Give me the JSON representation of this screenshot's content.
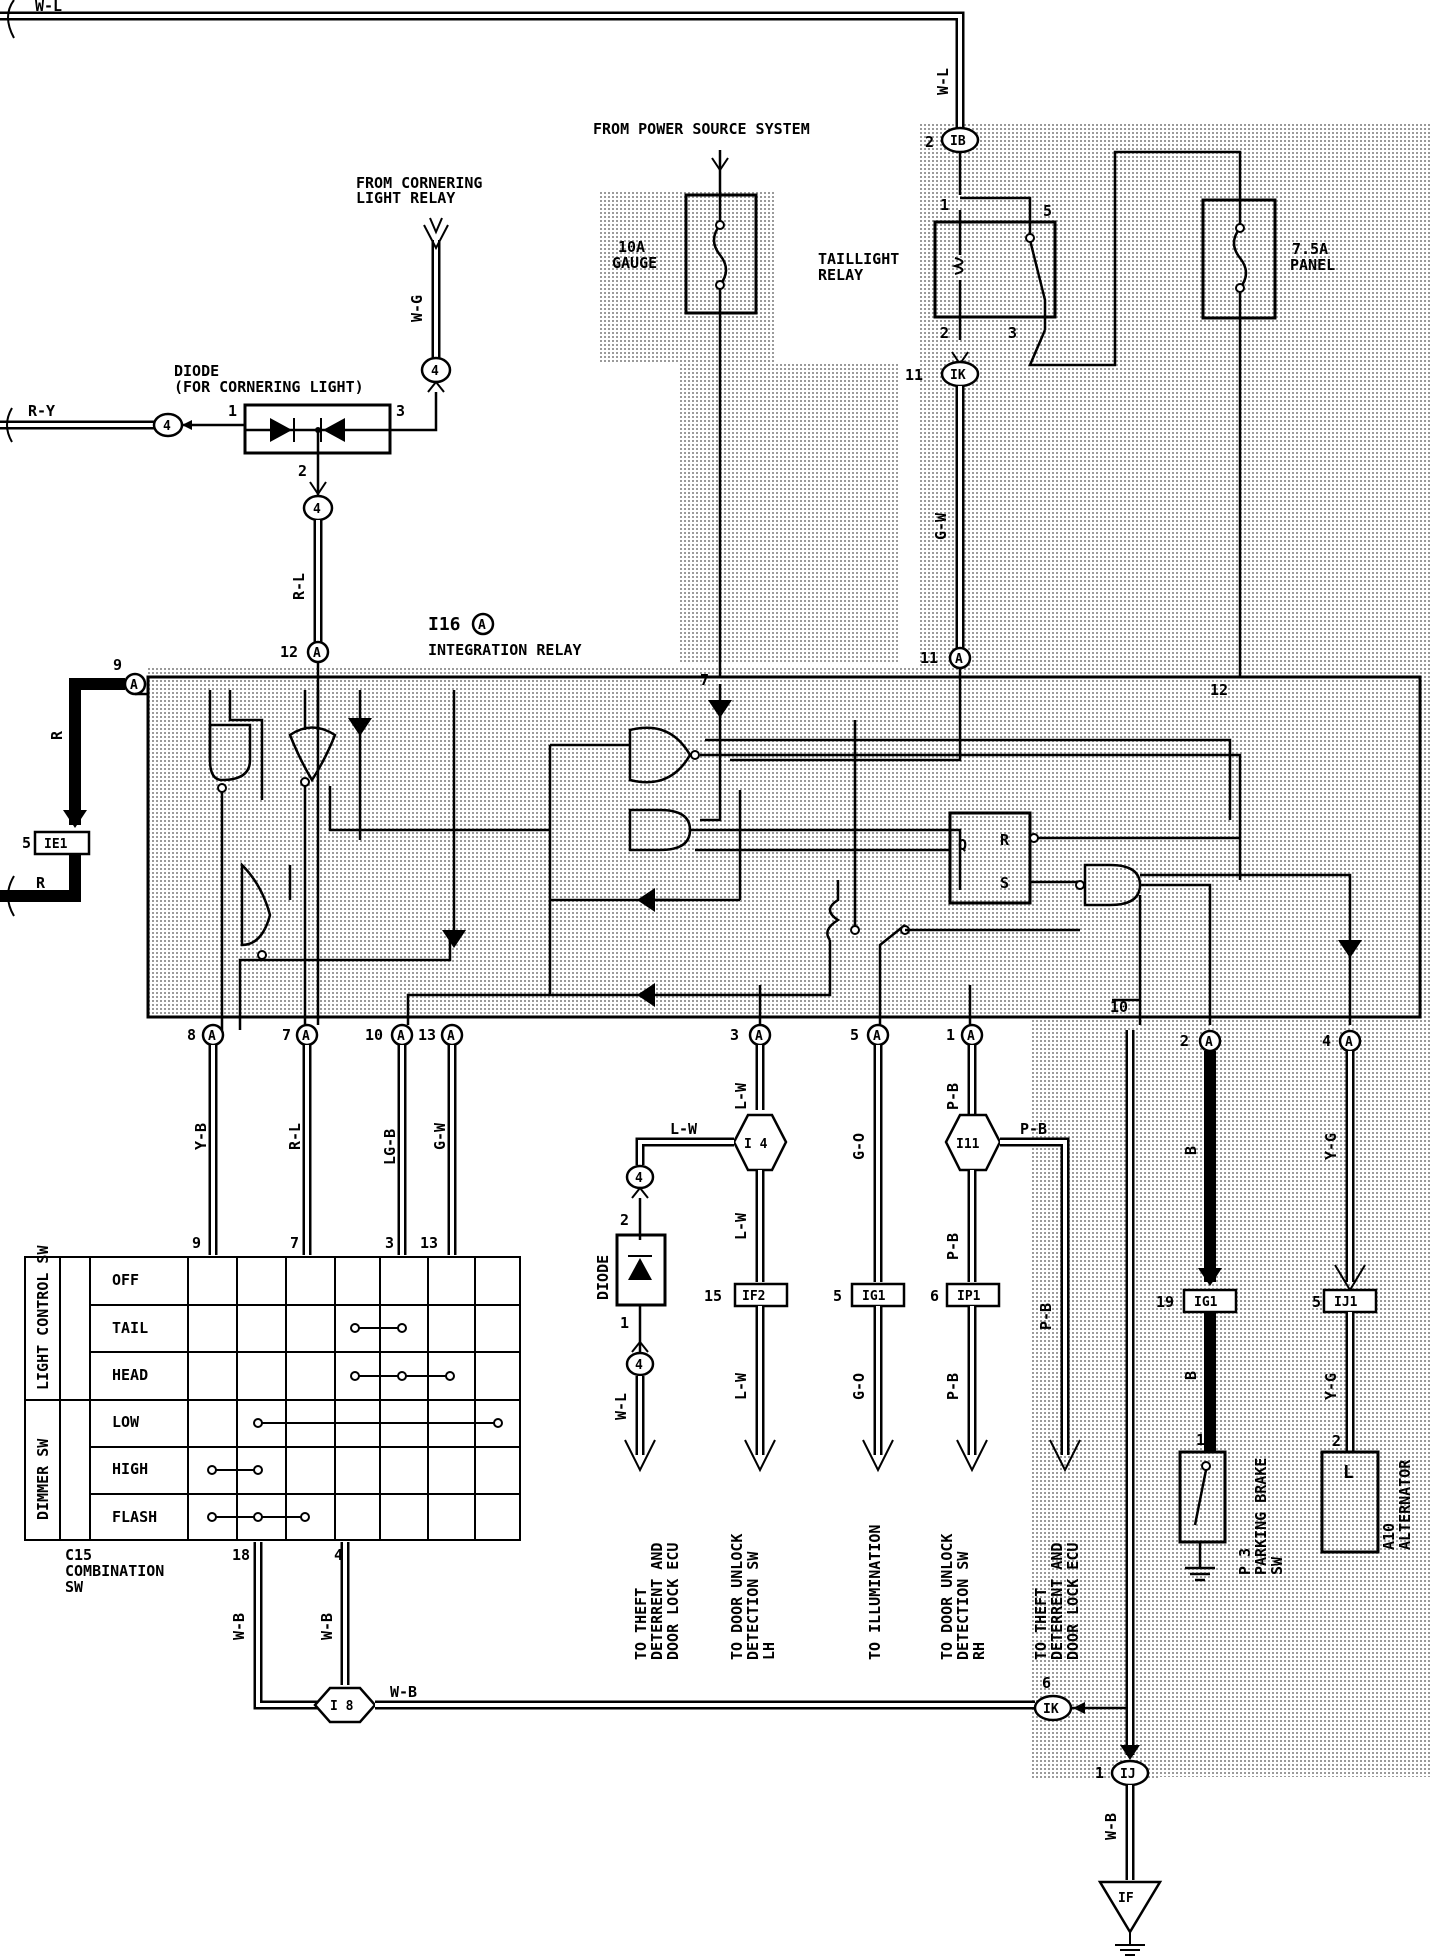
{
  "colors": {
    "line": "#000000",
    "shade": "#d6d6d6",
    "background": "#ffffff"
  },
  "top_wire_label": "W-L",
  "power_source_label": "FROM POWER SOURCE SYSTEM",
  "cornering_relay_label": [
    "FROM CORNERING",
    "LIGHT RELAY"
  ],
  "fuse_gauge": {
    "rating": "10A",
    "name": "GAUGE"
  },
  "fuse_panel": {
    "rating": "7.5A",
    "name": "PANEL"
  },
  "taillight_relay": {
    "name": [
      "TAILLIGHT",
      "RELAY"
    ],
    "pins": [
      "1",
      "2",
      "3",
      "5"
    ]
  },
  "diode_cornering": {
    "name": [
      "DIODE",
      "(FOR CORNERING LIGHT)"
    ],
    "pins": [
      "1",
      "2",
      "3"
    ]
  },
  "integration_relay": {
    "code": "I16",
    "suffix": "A",
    "name": "INTEGRATION RELAY"
  },
  "relay_pins_top": [
    "9",
    "12",
    "11",
    "7",
    "12"
  ],
  "relay_pins_bottom": [
    "8",
    "7",
    "10",
    "13",
    "3",
    "5",
    "1",
    "10",
    "2",
    "4"
  ],
  "relay_inner": {
    "ff_r": "R",
    "ff_s": "S",
    "ff_q": "Q"
  },
  "connectors": {
    "ie1": "IE1",
    "if2": "IF2",
    "ig1_a": "IG1",
    "ip1": "IP1",
    "ig1_b": "IG1",
    "ij1": "IJ1",
    "i4": "I 4",
    "i11": "I11",
    "i8": "I 8",
    "ib": "IB",
    "ik_top": "IK",
    "ik_bottom": "IK",
    "ij": "IJ",
    "if": "IF",
    "four": "4",
    "A": "A"
  },
  "connector_pins": {
    "ie1": "5",
    "if2": "15",
    "ig1_a": "5",
    "ip1": "6",
    "ig1_b": "19",
    "ij1": "5",
    "ib": "2",
    "ik_top": "11",
    "ik_bottom": "6",
    "ij": "1"
  },
  "wire_labels": {
    "w_l": "W-L",
    "w_g": "W-G",
    "r_y": "R-Y",
    "r_l": "R-L",
    "g_w": "G-W",
    "r": "R",
    "y_b": "Y-B",
    "lg_b": "LG-B",
    "l_w": "L-W",
    "g_o": "G-O",
    "p_b": "P-B",
    "b": "B",
    "y_g": "Y-G",
    "w_b": "W-B"
  },
  "switch_table": {
    "group1": "LIGHT CONTROL SW",
    "group2": "DIMMER SW",
    "rows": [
      "OFF",
      "TAIL",
      "HEAD",
      "LOW",
      "HIGH",
      "FLASH"
    ],
    "top_pins": [
      "9",
      "7",
      "3",
      "13"
    ],
    "bottom_pins": [
      "18",
      "4"
    ],
    "code": "C15",
    "name": [
      "COMBINATION",
      "SW"
    ]
  },
  "diode_lower": {
    "name": "DIODE",
    "pins": [
      "2",
      "1"
    ]
  },
  "destinations": [
    [
      "TO THEFT",
      "DETERRENT AND",
      "DOOR LOCK ECU"
    ],
    [
      "TO DOOR UNLOCK",
      "DETECTION SW",
      "LH"
    ],
    [
      "TO ILLUMINATION"
    ],
    [
      "TO DOOR UNLOCK",
      "DETECTION SW",
      "RH"
    ],
    [
      "TO THEFT",
      "DETERRENT AND",
      "DOOR LOCK ECU"
    ]
  ],
  "parking_brake": {
    "code": "P 3",
    "name": [
      "PARKING BRAKE",
      "SW"
    ],
    "pin": "1"
  },
  "alternator": {
    "code": "A10",
    "name": "ALTERNATOR",
    "terminal": "L",
    "pin": "2"
  }
}
